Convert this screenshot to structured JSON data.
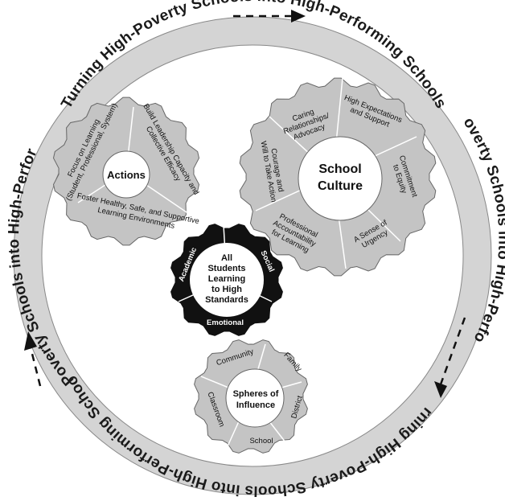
{
  "outer_ring": {
    "text_top": "Turning High-Poverty Schools into High-Performing Schools",
    "text_left": "Turning High-Poverty Schools into High-Performing Schools",
    "text_right": "Turning High-Poverty Schools into High-Performing Schools",
    "text_bottom": "Turning High-Poverty Schools into High-Performing Schools"
  },
  "actions_gear": {
    "center_label": "Actions",
    "segments": [
      {
        "label": "Focus on Learning",
        "sub": "(Student, Professional, System)"
      },
      {
        "label": "Build Leadership Capacity and",
        "sub": "Collective Efficacy"
      },
      {
        "label": "Foster Healthy, Safe, and Supportive",
        "sub": "Learning Environments"
      }
    ]
  },
  "culture_gear": {
    "center_line1": "School",
    "center_line2": "Culture",
    "segments": [
      "Caring Relationships/ Advocacy",
      "High Expectations and Support",
      "Commitment to Equity",
      "A Sense of Urgency",
      "Professional Accountability for Learning",
      "Courage and Will to Take Action"
    ]
  },
  "students_gear": {
    "center_lines": [
      "All",
      "Students",
      "Learning",
      "to High",
      "Standards"
    ],
    "segments": [
      "Academic",
      "Social",
      "Emotional"
    ]
  },
  "spheres_gear": {
    "center_line1": "Spheres of",
    "center_line2": "Influence",
    "segments": [
      "Community",
      "Family",
      "District",
      "School",
      "Classroom"
    ]
  },
  "colors": {
    "ring_fill": "#d4d4d4",
    "gear_fill": "#c4c4c4",
    "center_fill": "#ffffff",
    "dark_gear": "#111111",
    "text": "#1a1a1a"
  }
}
